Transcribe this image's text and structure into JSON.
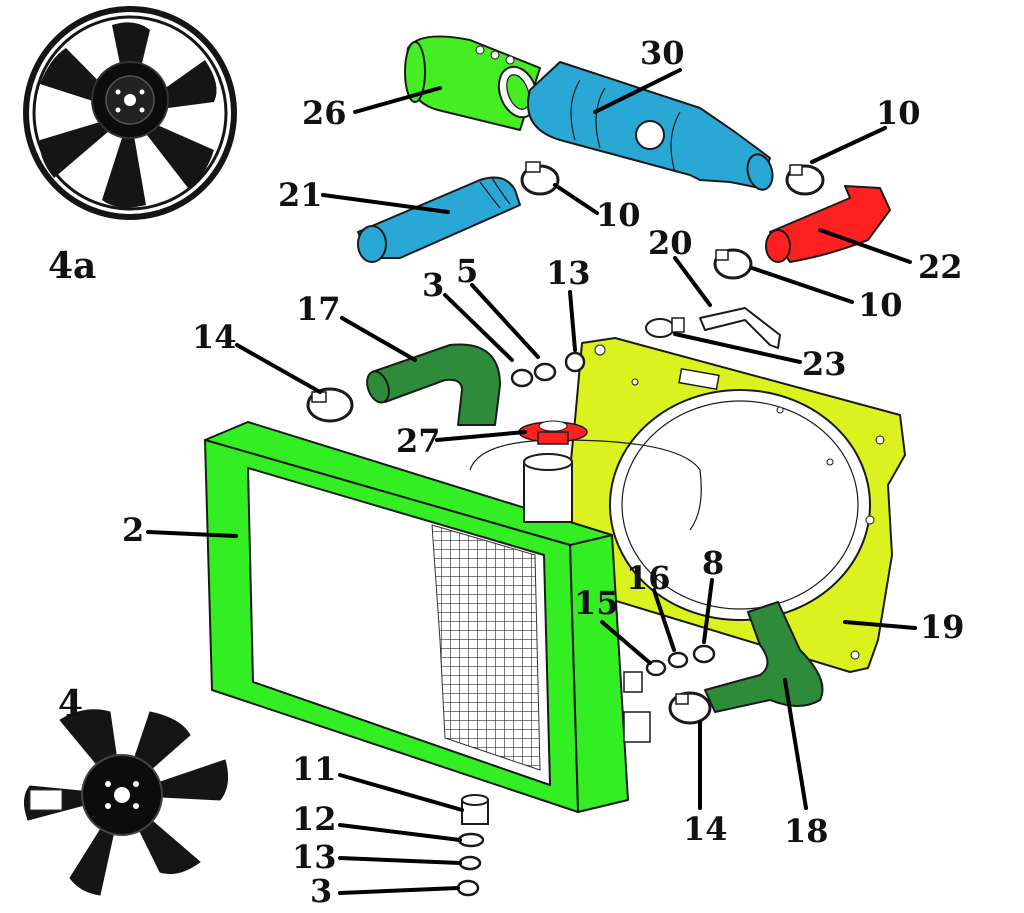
{
  "colors": {
    "radiator_frame": "#33ee22",
    "hose_green": "#2e8b3a",
    "hose_blue": "#29a8d6",
    "hose_red": "#ff2020",
    "shroud": "#dcf21e",
    "air_inlet": "#44ee22",
    "fan": "#151515"
  },
  "fan_views": [
    {
      "label": "4a",
      "icon": "fan-ring-icon"
    },
    {
      "label": "4",
      "icon": "fan-icon"
    }
  ],
  "parts": {
    "p2": "2",
    "p3a": "3",
    "p3b": "3",
    "p5": "5",
    "p8": "8",
    "p10a": "10",
    "p10b": "10",
    "p10c": "10",
    "p11": "11",
    "p12": "12",
    "p13a": "13",
    "p13b": "13",
    "p14a": "14",
    "p14b": "14",
    "p15": "15",
    "p16": "16",
    "p17": "17",
    "p18": "18",
    "p19": "19",
    "p20": "20",
    "p21": "21",
    "p22": "22",
    "p23": "23",
    "p26": "26",
    "p27": "27",
    "p30": "30"
  }
}
